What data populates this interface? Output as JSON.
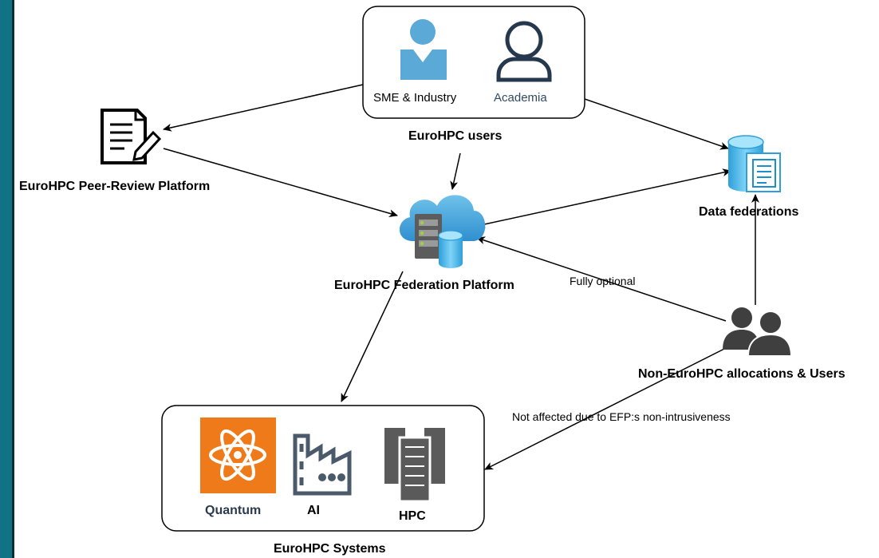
{
  "users": {
    "sme_label": "SME & Industry",
    "academia_label": "Academia",
    "group_label": "EuroHPC users"
  },
  "peer_review": {
    "label": "EuroHPC Peer-Review Platform"
  },
  "federation": {
    "label": "EuroHPC Federation Platform"
  },
  "data_federations": {
    "label": "Data federations"
  },
  "non_eurohpc": {
    "label": "Non-EuroHPC allocations & Users"
  },
  "edges": {
    "fully_optional": "Fully optional",
    "not_affected": "Not affected due to EFP:s non-intrusiveness"
  },
  "systems": {
    "quantum_label": "Quantum",
    "ai_label": "AI",
    "hpc_label": "HPC",
    "group_label": "EuroHPC Systems"
  },
  "colors": {
    "border": "#0f7285",
    "user_blue": "#5aa9d6",
    "academia_text": "#2f4a64",
    "quantum_orange": "#ef7a1a",
    "ai_slate": "#4a5a6a",
    "hpc_gray": "#5a5a5a"
  }
}
